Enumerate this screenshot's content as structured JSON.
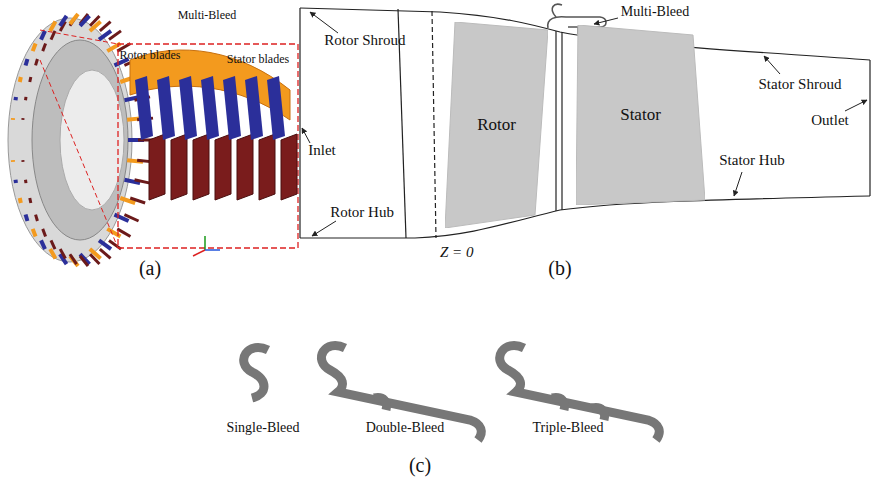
{
  "diagram": {
    "nodes": [
      {
        "text": [
          "Rotor"
        ]
      },
      {
        "text": [
          "Stator"
        ]
      }
    ],
    "labels": [
      "Multi-Bleed",
      "Rotor blades",
      "Stator blades",
      "(a)",
      "Multi-Bleed",
      "Rotor Shroud",
      "Inlet",
      "Rotor Hub",
      "Z = 0",
      "Stator Shroud",
      "Outlet",
      "Stator Hub",
      "(b)",
      "Single-Bleed",
      "Double-Bleed",
      "Triple-Bleed",
      "(c)"
    ]
  }
}
